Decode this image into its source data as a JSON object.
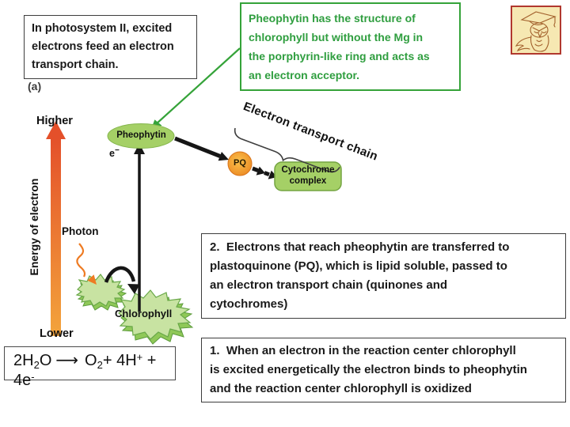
{
  "intro_box": {
    "lines": [
      "In photosystem II, excited",
      "electrons feed an electron",
      "transport chain."
    ]
  },
  "panel_label": "(a)",
  "callout_box": {
    "lines": [
      "Pheophytin has the structure of",
      "chlorophyll but without the Mg in",
      "the porphyrin-like ring and acts as",
      "an electron acceptor."
    ],
    "text_color": "#2f9e3f",
    "border_color": "#35a339"
  },
  "axis": {
    "higher": "Higher",
    "lower": "Lower",
    "label": "Energy of electron",
    "gradient_top": "#e4502a",
    "gradient_bottom": "#f3a43c"
  },
  "diagram": {
    "pheophytin_label": "Pheophytin",
    "electron": {
      "base": "e",
      "sup": "−"
    },
    "pq_label": "PQ",
    "cytochrome": {
      "line1": "Cytochrome",
      "line2": "complex"
    },
    "etc_label": "Electron transport chain",
    "photon_label": "Photon",
    "chlorophyll_label": "Chlorophyll",
    "node_green": "#a5d066",
    "pq_orange": "#e9821e"
  },
  "equation": {
    "t1": "2H",
    "s1": "2",
    "t2": "O",
    "arrow": "⟶",
    "t3": "O",
    "s2": "2",
    "t4": "+ 4H",
    "p4": "+",
    "t5": " + 4e",
    "p5": "-"
  },
  "note2": {
    "lines": [
      "2.  Electrons that reach pheophytin are transferred to",
      "plastoquinone (PQ), which is lipid soluble, passed to",
      "an electron transport chain (quinones and",
      "cytochromes)"
    ]
  },
  "note1": {
    "lines": [
      "1.  When an electron in the reaction center chlorophyll",
      "is excited energetically the electron binds to pheophytin",
      "and the reaction center chlorophyll is oxidized"
    ]
  }
}
